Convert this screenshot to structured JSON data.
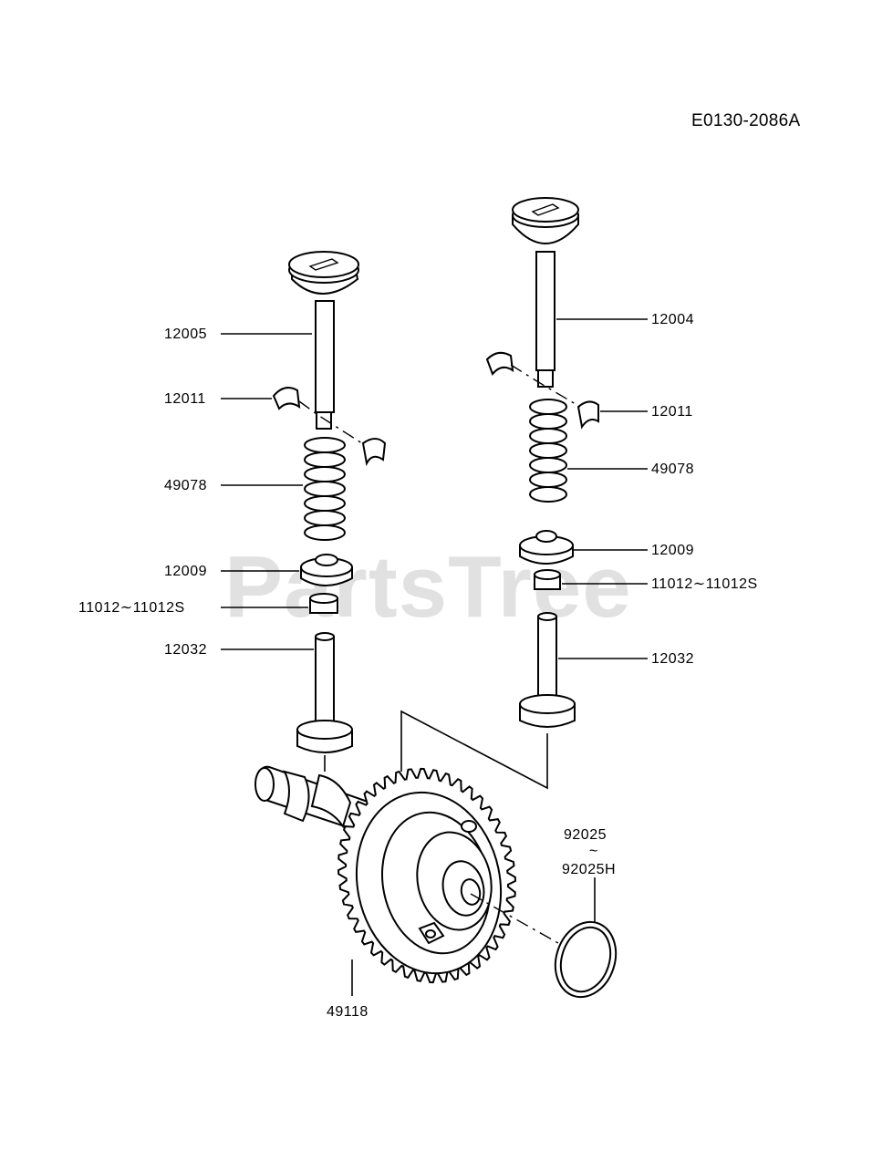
{
  "diagram_ref": "E0130-2086A",
  "watermark": "PartsTree",
  "labels": {
    "left_valve": "12005",
    "left_collet": "12011",
    "left_spring": "49078",
    "left_retainer": "12009",
    "left_shim": "11012∼11012S",
    "left_tappet": "12032",
    "right_valve": "12004",
    "right_collet": "12011",
    "right_spring": "49078",
    "right_retainer": "12009",
    "right_shim": "11012∼11012S",
    "right_tappet": "12032",
    "camshaft": "49118",
    "oring_top": "92025",
    "oring_tilde": "~",
    "oring_bottom": "92025H"
  }
}
